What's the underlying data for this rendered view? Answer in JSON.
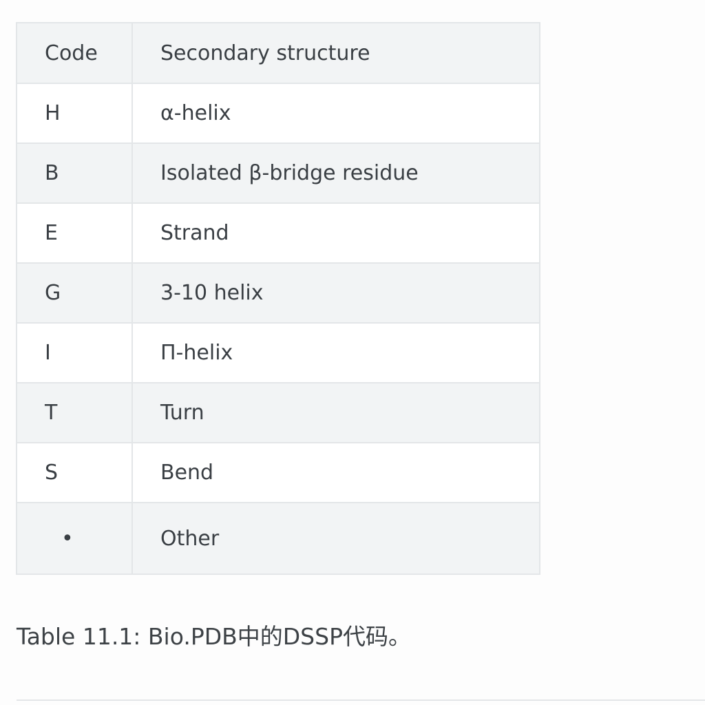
{
  "table": {
    "headers": {
      "code": "Code",
      "structure": "Secondary structure"
    },
    "rows": [
      {
        "code": "H",
        "structure": "α-helix"
      },
      {
        "code": "B",
        "structure": "Isolated β-bridge residue"
      },
      {
        "code": "E",
        "structure": "Strand"
      },
      {
        "code": "G",
        "structure": "3-10 helix"
      },
      {
        "code": "I",
        "structure": "Π-helix"
      },
      {
        "code": "T",
        "structure": "Turn"
      },
      {
        "code": "S",
        "structure": "Bend"
      },
      {
        "code": "•",
        "structure": "Other"
      }
    ]
  },
  "caption": "Table 11.1: Bio.PDB中的DSSP代码。",
  "colors": {
    "text": "#3a3f44",
    "stripe": "#f2f4f5",
    "border": "#e3e6e8",
    "background": "#fdfdfd"
  }
}
